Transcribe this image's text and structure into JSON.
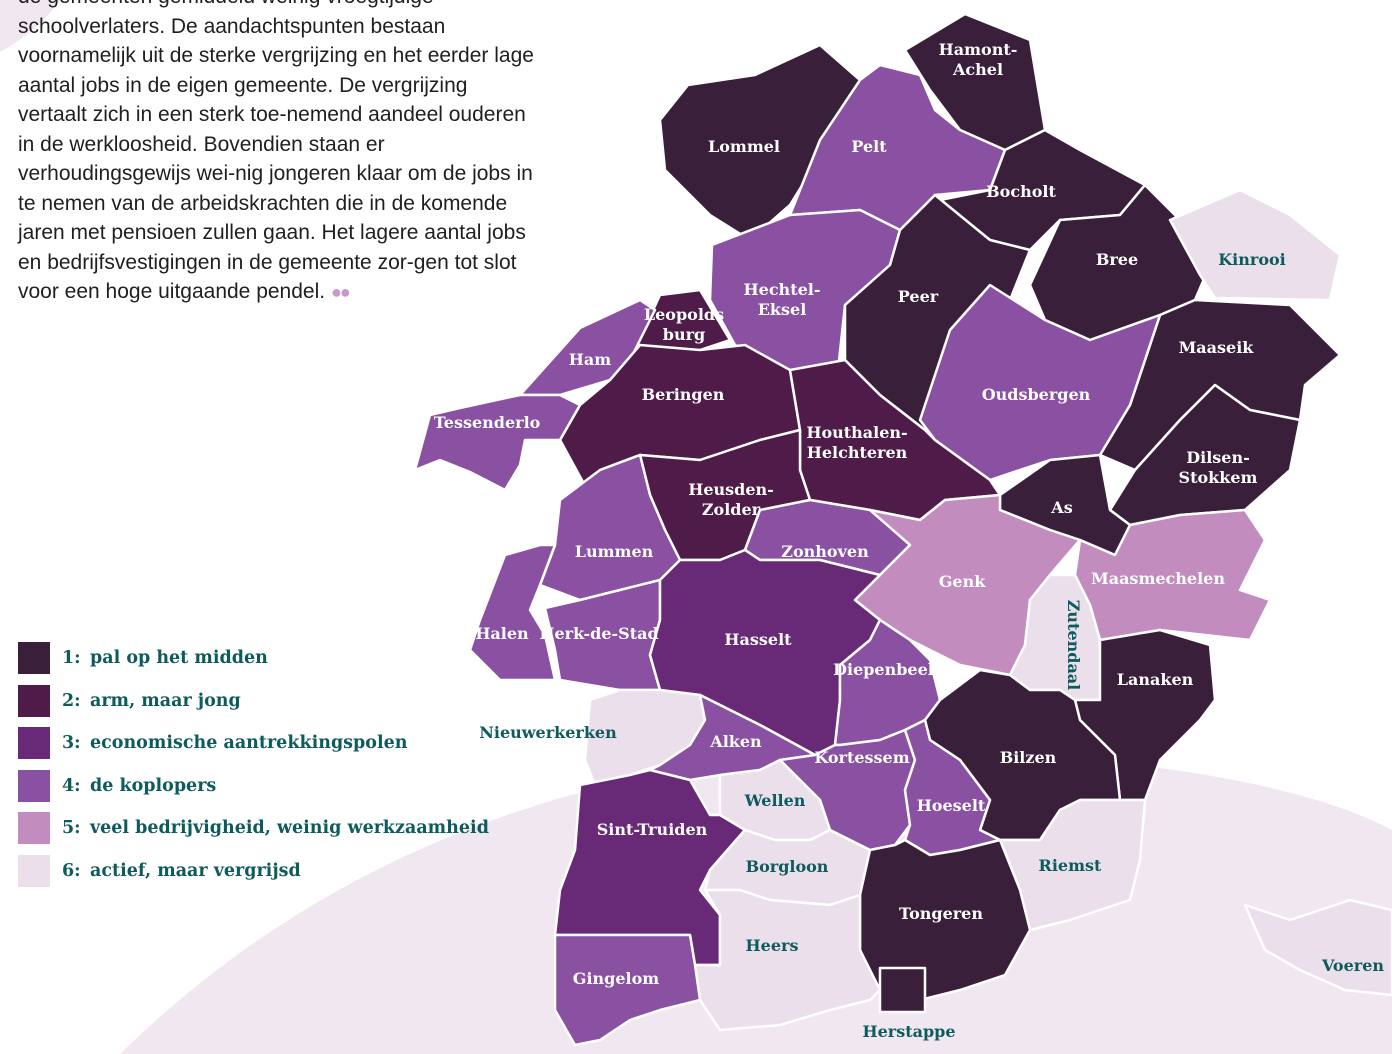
{
  "intro_text": "de gemeenten gemiddeld weinig vroegtijdige schoolverlaters. De aandachtspunten bestaan voornamelijk uit de sterke vergrijzing en het eerder lage aantal jobs in de eigen gemeente. De vergrijzing vertaalt zich in een sterk toe-nemend aandeel ouderen in de werkloosheid. Bovendien staan er verhoudingsgewijs wei-nig jongeren klaar om de jobs in te nemen van de arbeidskrachten die in de komende jaren met pensioen zullen gaan. Het lagere aantal jobs en bedrijfsvestigingen in de gemeente zor-gen tot slot voor een hoge uitgaande pendel.",
  "intro_end_mark": "●●",
  "colors": {
    "c1": "#3a1f3b",
    "c2": "#4f1c4a",
    "c3": "#682a76",
    "c4": "#8a50a2",
    "c5": "#c38cbf",
    "c6": "#ebdfeb",
    "label_dark": "#0e5b5e",
    "background_blob": "#f1e7f0"
  },
  "legend": [
    {
      "num": "1:",
      "label": "pal op het midden",
      "cluster": 1
    },
    {
      "num": "2:",
      "label": "arm, maar jong",
      "cluster": 2
    },
    {
      "num": "3:",
      "label": "economische aantrekkingspolen",
      "cluster": 3
    },
    {
      "num": "4:",
      "label": "de koplopers",
      "cluster": 4
    },
    {
      "num": "5:",
      "label": "veel bedrijvigheid, weinig werkzaamheid",
      "cluster": 5
    },
    {
      "num": "6:",
      "label": "actief, maar vergrijsd",
      "cluster": 6
    }
  ],
  "municipalities": [
    {
      "name": "Hamont-Achel",
      "lines": [
        "Hamont-",
        "Achel"
      ],
      "cluster": 1
    },
    {
      "name": "Lommel",
      "lines": [
        "Lommel"
      ],
      "cluster": 1
    },
    {
      "name": "Pelt",
      "lines": [
        "Pelt"
      ],
      "cluster": 4
    },
    {
      "name": "Bocholt",
      "lines": [
        "Bocholt"
      ],
      "cluster": 1
    },
    {
      "name": "Bree",
      "lines": [
        "Bree"
      ],
      "cluster": 1
    },
    {
      "name": "Kinrooi",
      "lines": [
        "Kinrooi"
      ],
      "cluster": 6
    },
    {
      "name": "Hechtel-Eksel",
      "lines": [
        "Hechtel-",
        "Eksel"
      ],
      "cluster": 4
    },
    {
      "name": "Peer",
      "lines": [
        "Peer"
      ],
      "cluster": 1
    },
    {
      "name": "Leopoldsburg",
      "lines": [
        "Leopolds",
        "burg"
      ],
      "cluster": 2
    },
    {
      "name": "Ham",
      "lines": [
        "Ham"
      ],
      "cluster": 4
    },
    {
      "name": "Maaseik",
      "lines": [
        "Maaseik"
      ],
      "cluster": 1
    },
    {
      "name": "Oudsbergen",
      "lines": [
        "Oudsbergen"
      ],
      "cluster": 4
    },
    {
      "name": "Beringen",
      "lines": [
        "Beringen"
      ],
      "cluster": 2
    },
    {
      "name": "Tessenderlo",
      "lines": [
        "Tessenderlo"
      ],
      "cluster": 4
    },
    {
      "name": "Houthalen-Helchteren",
      "lines": [
        "Houthalen-",
        "Helchteren"
      ],
      "cluster": 2
    },
    {
      "name": "Dilsen-Stokkem",
      "lines": [
        "Dilsen-",
        "Stokkem"
      ],
      "cluster": 1
    },
    {
      "name": "Heusden-Zolder",
      "lines": [
        "Heusden-",
        "Zolder"
      ],
      "cluster": 2
    },
    {
      "name": "As",
      "lines": [
        "As"
      ],
      "cluster": 1
    },
    {
      "name": "Lummen",
      "lines": [
        "Lummen"
      ],
      "cluster": 4
    },
    {
      "name": "Zonhoven",
      "lines": [
        "Zonhoven"
      ],
      "cluster": 4
    },
    {
      "name": "Genk",
      "lines": [
        "Genk"
      ],
      "cluster": 5
    },
    {
      "name": "Maasmechelen",
      "lines": [
        "Maasmechelen"
      ],
      "cluster": 5
    },
    {
      "name": "Zutendaal",
      "lines": [
        "Zutendaal"
      ],
      "cluster": 6
    },
    {
      "name": "Halen",
      "lines": [
        "Halen"
      ],
      "cluster": 4
    },
    {
      "name": "Herk-de-Stad",
      "lines": [
        "Herk-de-Stad"
      ],
      "cluster": 4
    },
    {
      "name": "Hasselt",
      "lines": [
        "Hasselt"
      ],
      "cluster": 3
    },
    {
      "name": "Lanaken",
      "lines": [
        "Lanaken"
      ],
      "cluster": 1
    },
    {
      "name": "Diepenbeek",
      "lines": [
        "Diepenbeek"
      ],
      "cluster": 4
    },
    {
      "name": "Nieuwerkerken",
      "lines": [
        "Nieuwerkerken"
      ],
      "cluster": 6
    },
    {
      "name": "Alken",
      "lines": [
        "Alken"
      ],
      "cluster": 4
    },
    {
      "name": "Kortessem",
      "lines": [
        "Kortessem"
      ],
      "cluster": 4
    },
    {
      "name": "Bilzen",
      "lines": [
        "Bilzen"
      ],
      "cluster": 1
    },
    {
      "name": "Wellen",
      "lines": [
        "Wellen"
      ],
      "cluster": 6
    },
    {
      "name": "Hoeselt",
      "lines": [
        "Hoeselt"
      ],
      "cluster": 4
    },
    {
      "name": "Sint-Truiden",
      "lines": [
        "Sint-Truiden"
      ],
      "cluster": 3
    },
    {
      "name": "Borgloon",
      "lines": [
        "Borgloon"
      ],
      "cluster": 6
    },
    {
      "name": "Riemst",
      "lines": [
        "Riemst"
      ],
      "cluster": 6
    },
    {
      "name": "Tongeren",
      "lines": [
        "Tongeren"
      ],
      "cluster": 1
    },
    {
      "name": "Heers",
      "lines": [
        "Heers"
      ],
      "cluster": 6
    },
    {
      "name": "Gingelom",
      "lines": [
        "Gingelom"
      ],
      "cluster": 4
    },
    {
      "name": "Voeren",
      "lines": [
        "Voeren"
      ],
      "cluster": 6
    },
    {
      "name": "Herstappe",
      "lines": [
        "Herstappe"
      ],
      "cluster": 1
    }
  ]
}
